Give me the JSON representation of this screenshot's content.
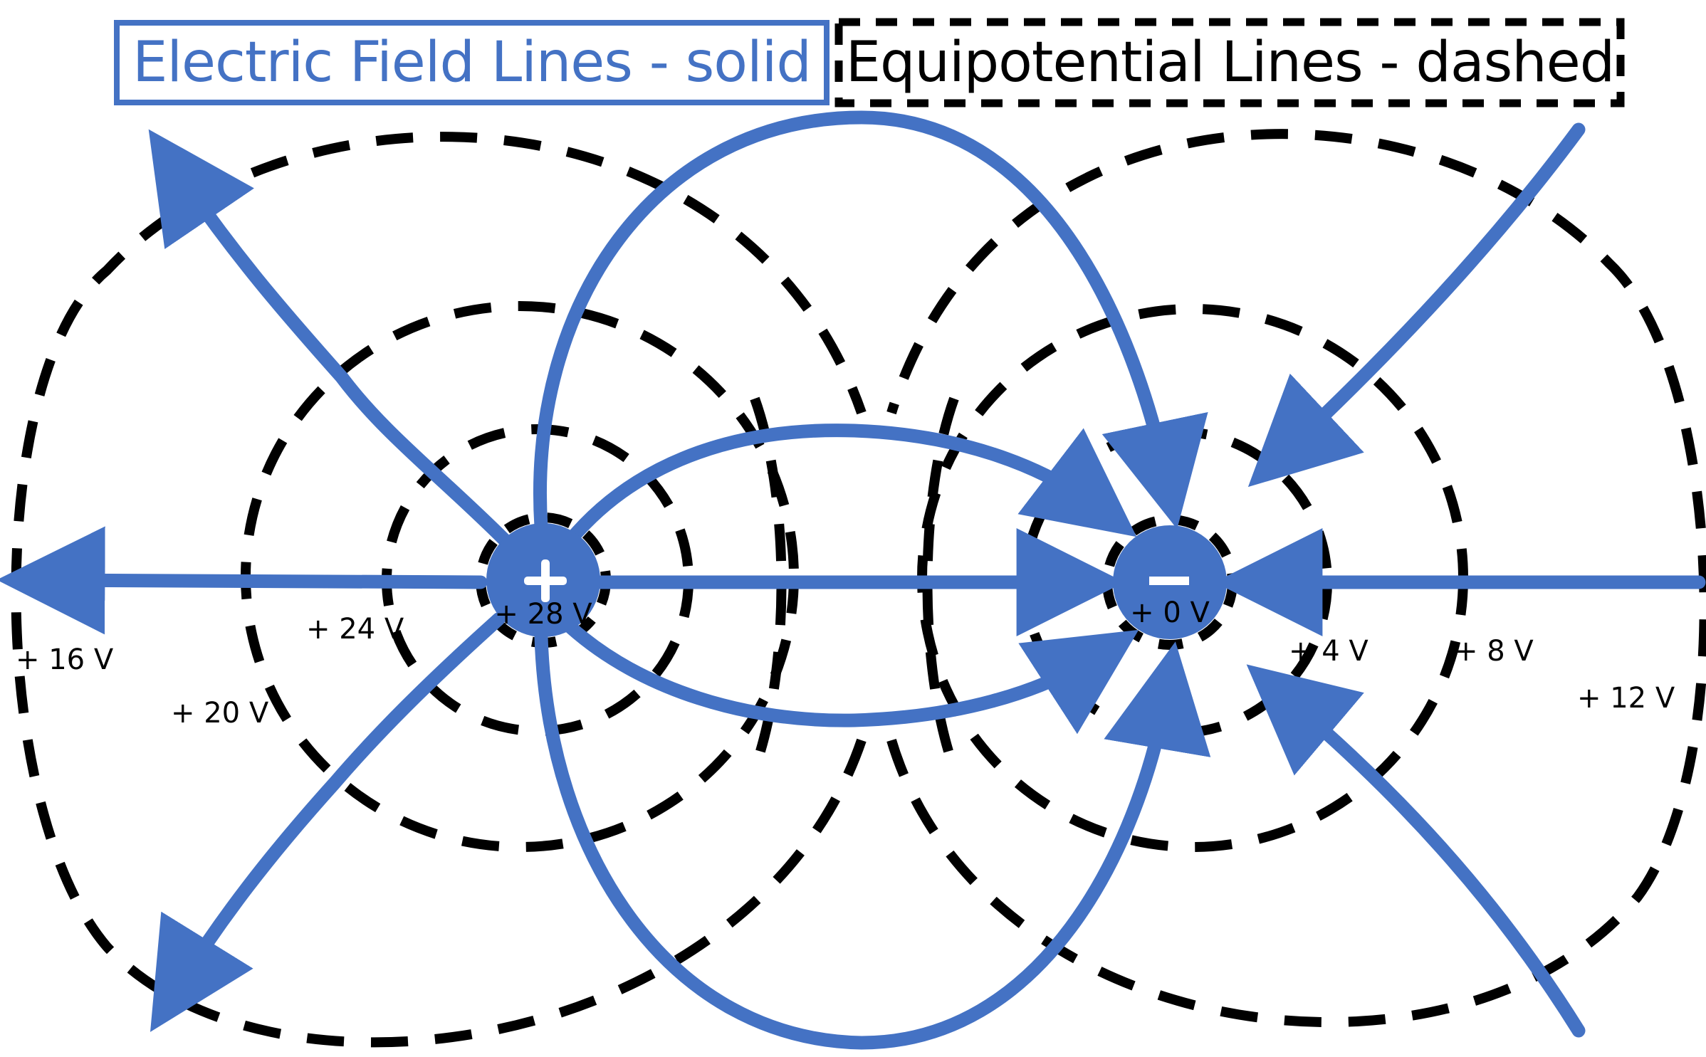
{
  "legend": {
    "field_lines": "Electric Field Lines - solid",
    "equipotential_lines": "Equipotential Lines - dashed"
  },
  "colors": {
    "field_line": "#4472C4",
    "equipotential": "#000000",
    "background": "#FFFFFF"
  },
  "charges": {
    "positive": {
      "sign": "+",
      "potential_label": "+ 28 V"
    },
    "negative": {
      "sign": "−",
      "potential_label": "+ 0 V"
    }
  },
  "equipotential_labels": {
    "v24": "+ 24 V",
    "v20": "+ 20 V",
    "v16": "+ 16 V",
    "v4": "+ 4 V",
    "v8": "+ 8 V",
    "v12": "+ 12 V"
  }
}
